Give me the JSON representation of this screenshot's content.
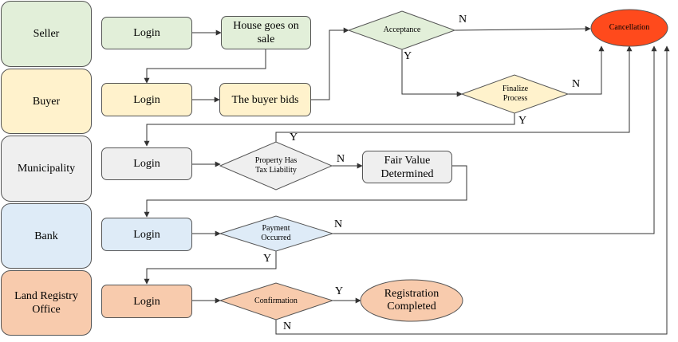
{
  "lanes": {
    "seller": "Seller",
    "buyer": "Buyer",
    "municipality": "Municipality",
    "bank": "Bank",
    "land_registry": "Land Registry Office"
  },
  "steps": {
    "seller_login": "Login",
    "house_on_sale": "House goes on sale",
    "buyer_login": "Login",
    "buyer_bids": "The buyer bids",
    "municipality_login": "Login",
    "fair_value": "Fair Value Determined",
    "bank_login": "Login",
    "registry_login": "Login"
  },
  "decisions": {
    "acceptance": "Acceptance",
    "finalize_process": "Finalize Process",
    "tax_liability": "Property Has Tax Liability",
    "payment_occurred": "Payment Occurred",
    "confirmation": "Confirmation"
  },
  "terminals": {
    "cancellation": "Cancellation",
    "registration_completed": "Registration Completed"
  },
  "branch_labels": {
    "acceptance_no": "N",
    "acceptance_yes": "Y",
    "finalize_no": "N",
    "finalize_yes": "Y",
    "tax_yes": "Y",
    "tax_no": "N",
    "payment_no": "N",
    "payment_yes": "Y",
    "confirmation_yes": "Y",
    "confirmation_no": "N"
  },
  "colors": {
    "seller": "#e2efd9",
    "buyer": "#fff2cc",
    "municipality": "#efefef",
    "bank": "#deebf7",
    "land_registry": "#f8cbad",
    "cancellation": "#ff4a1c"
  }
}
